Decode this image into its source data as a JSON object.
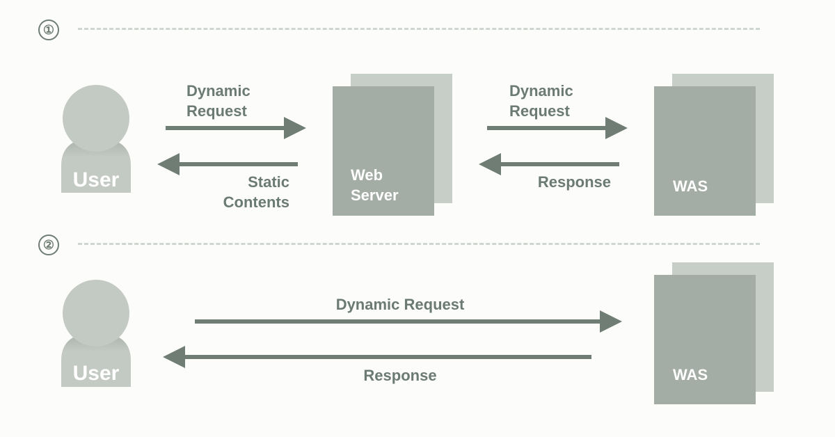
{
  "sections": [
    {
      "number": "①",
      "user_label": "User",
      "web_server_label_line1": "Web",
      "web_server_label_line2": "Server",
      "was_label": "WAS",
      "arrow_user_to_web_line1": "Dynamic",
      "arrow_user_to_web_line2": "Request",
      "arrow_web_to_user_line1": "Static",
      "arrow_web_to_user_line2": "Contents",
      "arrow_web_to_was_line1": "Dynamic",
      "arrow_web_to_was_line2": "Request",
      "arrow_was_to_web": "Response"
    },
    {
      "number": "②",
      "user_label": "User",
      "was_label": "WAS",
      "arrow_user_to_was": "Dynamic Request",
      "arrow_was_to_user": "Response"
    }
  ],
  "colors": {
    "background": "#fcfcfa",
    "arrow": "#6f7d75",
    "label_text": "#6b7a72",
    "user_icon": "#c3c9c3",
    "sheet_back": "#c7cdc7",
    "sheet_front": "#a3aca5"
  },
  "icons": [
    "user-icon",
    "server-stack-icon",
    "arrow-right-icon",
    "arrow-left-icon"
  ]
}
